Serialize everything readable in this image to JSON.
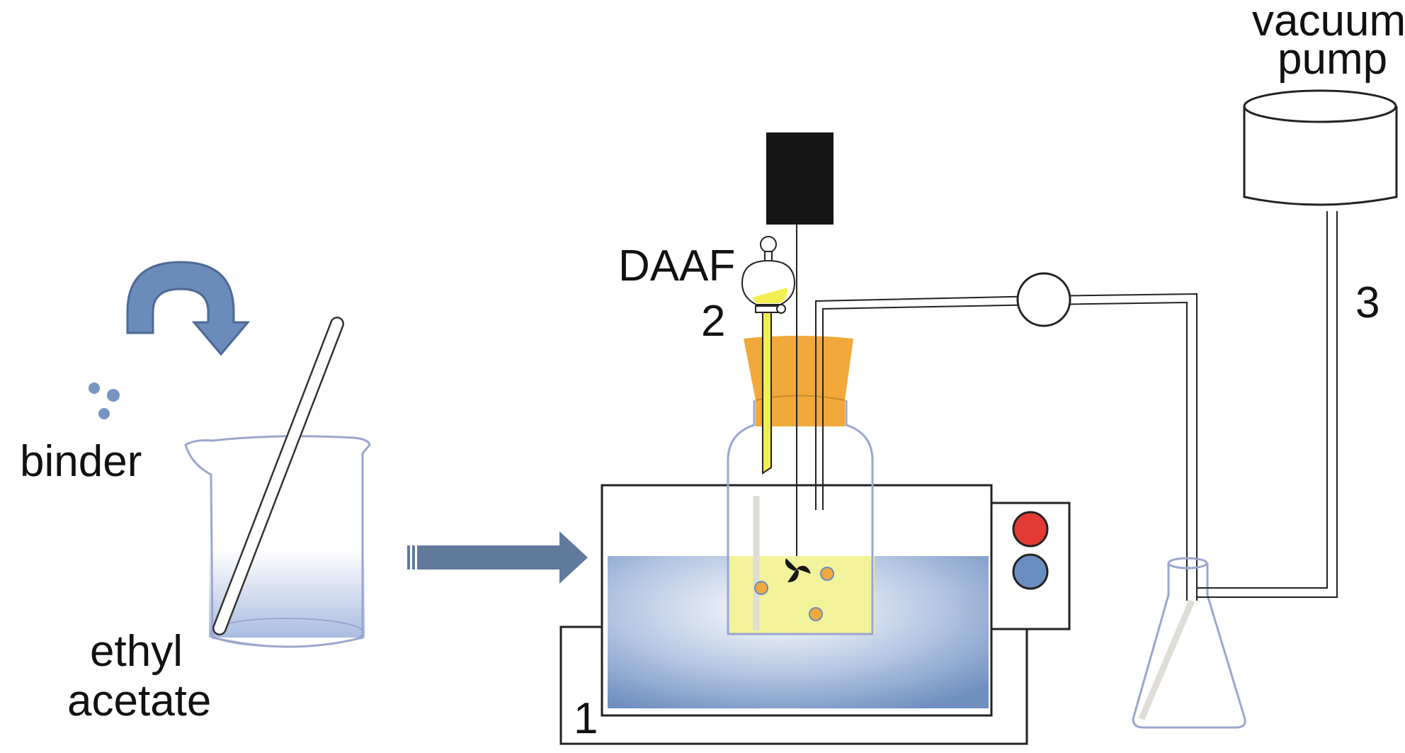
{
  "labels": {
    "binder": "binder",
    "ethyl": "ethyl",
    "acetate": "acetate",
    "daaf": "DAAF",
    "num_2": "2",
    "num_1": "1",
    "num_3": "3",
    "vacuum": "vacuum",
    "pump": "pump"
  },
  "colors": {
    "arrow_blue": "#6b8bba",
    "arrow_dark": "#607a9c",
    "water_blue": "#8ea8cf",
    "solution_yellow": "#f3f39b",
    "stopper_orange": "#f0a93a",
    "button_red": "#e33a33",
    "button_blue": "#6a8dc0",
    "motor_black": "#161616",
    "particle_orange": "#f0a93a",
    "dot_blue": "#7794c2",
    "glass_outline": "#9aa6cf"
  }
}
